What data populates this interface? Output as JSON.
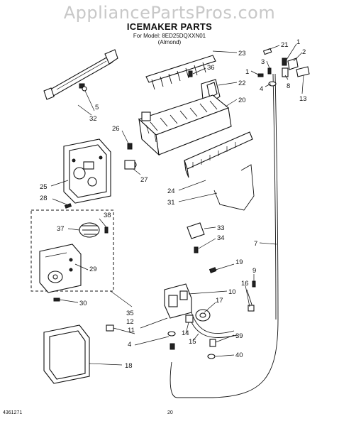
{
  "watermark": "AppliancePartsPros.com",
  "header": {
    "title": "ICEMAKER PARTS",
    "model": "For Model: 8ED25DQXXN01",
    "color": "(Almond)"
  },
  "footer": {
    "doc_number": "4361271",
    "page": "20"
  },
  "callouts": {
    "c1": "1",
    "c1b": "1",
    "c2": "2",
    "c3": "3",
    "c4": "4",
    "c4b": "4",
    "c5": "5",
    "c7": "7",
    "c8": "8",
    "c9": "9",
    "c10": "10",
    "c11": "11",
    "c12": "12",
    "c13": "13",
    "c14": "14",
    "c15": "15",
    "c16": "16",
    "c17": "17",
    "c18": "18",
    "c19": "19",
    "c20": "20",
    "c21": "21",
    "c22": "22",
    "c23": "23",
    "c24": "24",
    "c25": "25",
    "c26": "26",
    "c27": "27",
    "c28": "28",
    "c29": "29",
    "c30": "30",
    "c31": "31",
    "c32": "32",
    "c33": "33",
    "c34": "34",
    "c35": "35",
    "c36": "36",
    "c37": "37",
    "c38": "38",
    "c39": "39",
    "c40": "40"
  }
}
